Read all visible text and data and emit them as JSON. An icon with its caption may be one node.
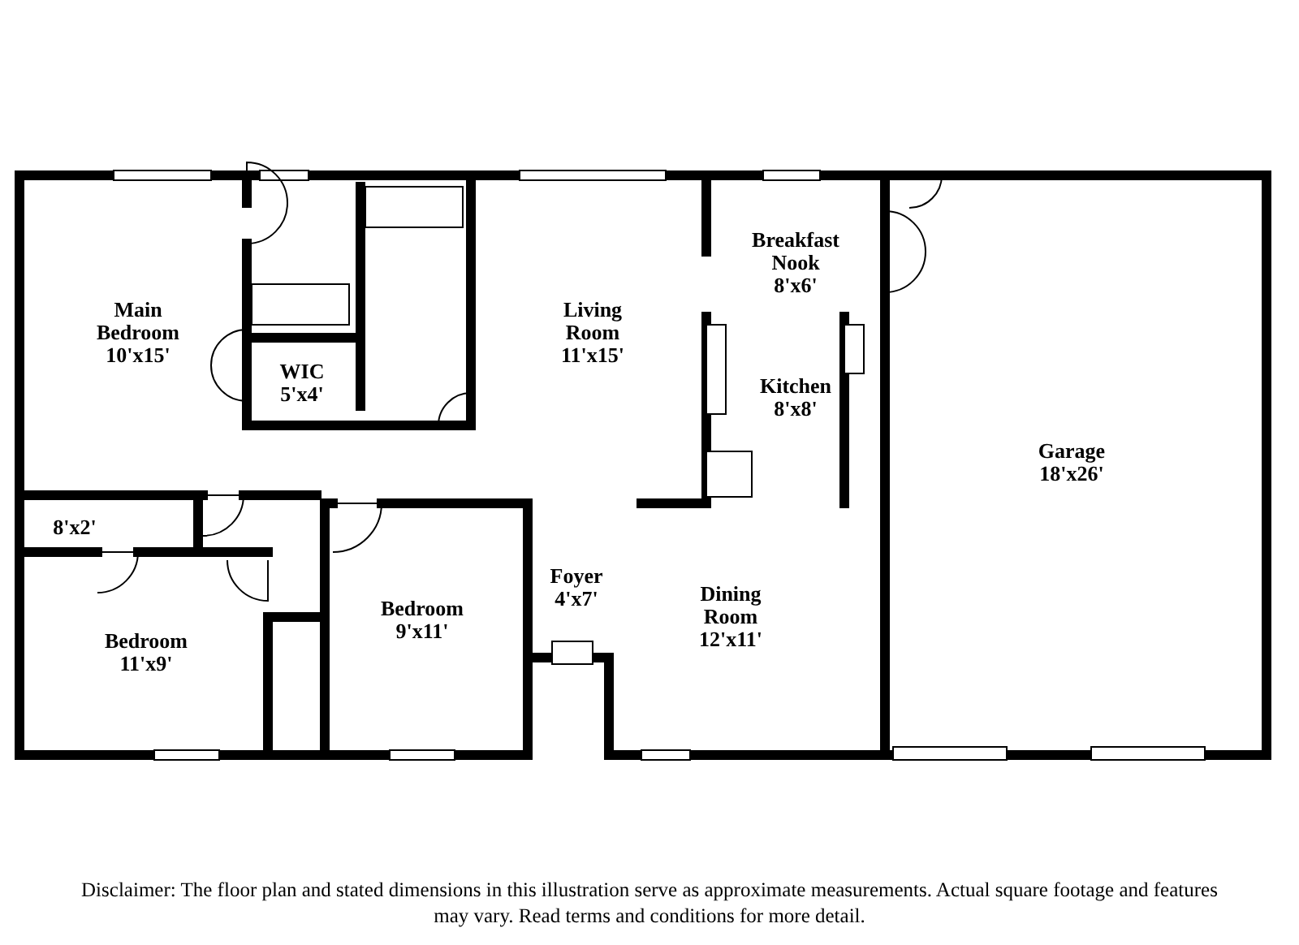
{
  "diagram": {
    "caption": "Disclaimer: The floor plan and stated dimensions in this illustration serve as approximate measurements. Actual square footage and features may vary. Read terms and conditions for more detail.",
    "nodes": [
      {
        "text": [
          "Main Bedroom",
          "10'x15'"
        ]
      },
      {
        "text": [
          "WIC",
          "5'x4'"
        ]
      },
      {
        "text": [
          "8'x2'"
        ]
      },
      {
        "text": [
          "Bedroom",
          "11'x9'"
        ]
      },
      {
        "text": [
          "Bedroom",
          "9'x11'"
        ]
      },
      {
        "text": [
          "Living Room",
          "11'x15'"
        ]
      },
      {
        "text": [
          "Breakfast Nook",
          "8'x6'"
        ]
      },
      {
        "text": [
          "Kitchen",
          "8'x8'"
        ]
      },
      {
        "text": [
          "Foyer",
          "4'x7'"
        ]
      },
      {
        "text": [
          "Dining Room",
          "12'x11'"
        ]
      },
      {
        "text": [
          "Garage",
          "18'x26'"
        ]
      }
    ]
  }
}
